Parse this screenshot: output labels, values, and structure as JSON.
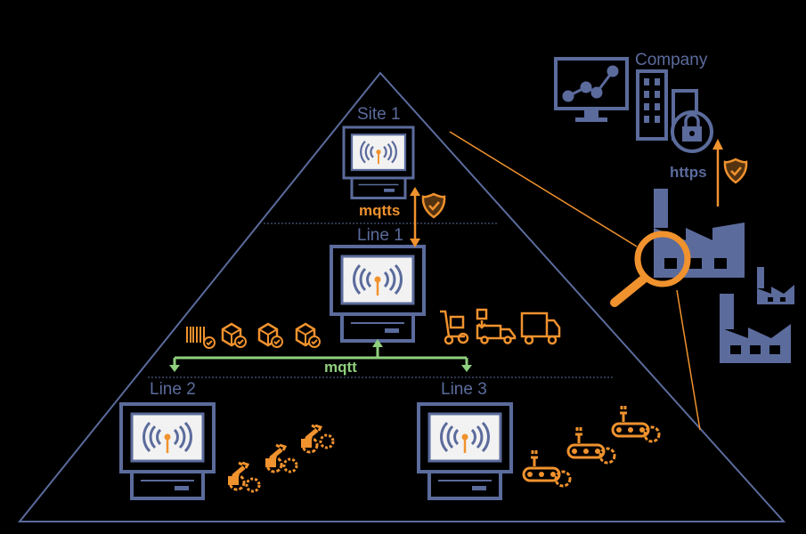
{
  "labels": {
    "site1": "Site 1",
    "line1": "Line 1",
    "line2": "Line 2",
    "line3": "Line 3",
    "company": "Company",
    "mqtts": "mqtts",
    "mqtt": "mqtt",
    "https": "https"
  },
  "colors": {
    "navy": "#5b6b9c",
    "orange": "#f0922e",
    "green": "#8fd07e",
    "screen": "#f2f2f2",
    "background": "#000000"
  },
  "icons": [
    "computer-icon",
    "mqtt-broadcast-icon",
    "shield-check-icon",
    "network-monitor-icon",
    "office-building-icon",
    "lock-icon",
    "factory-icon",
    "magnifier-icon",
    "barcode-icon",
    "package-icon",
    "hand-truck-icon",
    "delivery-truck-icon",
    "robot-arm-icon",
    "conveyor-icon"
  ]
}
